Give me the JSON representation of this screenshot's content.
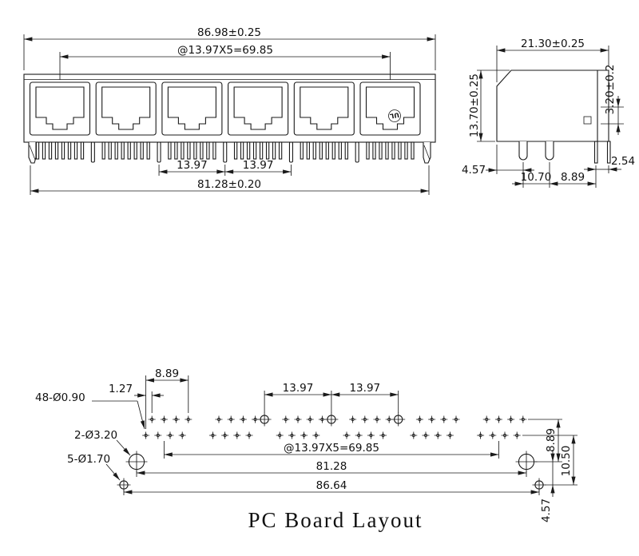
{
  "front_view": {
    "dim_overall_width": "86.98±0.25",
    "dim_port_pitch": "@13.97X5=69.85",
    "dim_pitch_left": "13.97",
    "dim_pitch_right": "13.97",
    "dim_mount_span": "81.28±0.20",
    "ul_mark": "UL"
  },
  "side_view": {
    "dim_depth": "21.30±0.25",
    "dim_height": "13.70±0.25",
    "dim_tab_height": "3.20±0.2",
    "dim_leg_offset": "4.57",
    "dim_leg_span": "10.70",
    "dim_pin_offset": "8.89",
    "dim_pin_pitch": "2.54"
  },
  "board_layout": {
    "dim_group_width": "8.89",
    "dim_row_stagger": "1.27",
    "callout_signal_holes": "48-Ø0.90",
    "dim_guide_pitch_left": "13.97",
    "dim_guide_pitch_right": "13.97",
    "callout_mount_holes": "2-Ø3.20",
    "callout_guide_holes": "5-Ø1.70",
    "dim_port_pitch": "@13.97X5=69.85",
    "dim_mount_span": "81.28",
    "dim_overall_span": "86.64",
    "dim_row_to_mount": "8.89",
    "dim_row_to_guide": "10.50",
    "dim_mount_to_guide": "4.57",
    "title": "PC Board Layout"
  }
}
